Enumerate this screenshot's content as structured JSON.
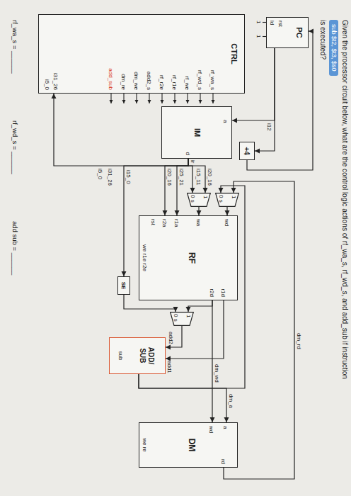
{
  "diagram": {
    "title": "Given the processor circuit below, what are the control logic actions of rf_wa_s, rf_wd_s, and add_sub if instruction",
    "nodes": [
      {
        "text": [
          "sub $t2, $t3, $s0"
        ]
      },
      {
        "text": [
          "PC",
          "rst",
          "ld"
        ]
      },
      {
        "text": [
          "+4"
        ]
      },
      {
        "text": [
          "IM",
          "a",
          "d"
        ]
      },
      {
        "text": [
          "CTRL",
          "i31_26",
          "i5_0",
          "rf_wa_s",
          "rf_wd_s",
          "rf_we",
          "rf_r1e",
          "rf_r2e",
          "add2_s",
          "dm_we",
          "dm_re",
          "add_sub"
        ]
      },
      {
        "text": [
          "1",
          "0 s"
        ]
      },
      {
        "text": [
          "1",
          "0 s"
        ]
      },
      {
        "text": [
          "RF",
          "wd",
          "wa",
          "r1a",
          "r2a",
          "rst",
          "r1d",
          "r2d",
          "we r1e r2e"
        ]
      },
      {
        "text": [
          "SE"
        ]
      },
      {
        "text": [
          "1",
          "0 s"
        ]
      },
      {
        "text": [
          "ADD/ SUB",
          "sub"
        ]
      },
      {
        "text": [
          "DM",
          "a",
          "wd",
          "rd",
          "we re"
        ]
      }
    ],
    "edges": [
      {
        "from": 1,
        "to": 2,
        "arrow": "to"
      },
      {
        "from": 1,
        "to": 3,
        "arrow": "to"
      },
      {
        "from": 2,
        "to": 1,
        "arrow": "to"
      },
      {
        "from": 3,
        "to": 4,
        "arrow": "to"
      },
      {
        "from": 3,
        "to": 6,
        "arrow": "to"
      },
      {
        "from": 3,
        "to": 6,
        "arrow": "to"
      },
      {
        "from": 3,
        "to": 7,
        "arrow": "to"
      },
      {
        "from": 3,
        "to": 7,
        "arrow": "to"
      },
      {
        "from": 3,
        "to": 8,
        "arrow": "to"
      },
      {
        "from": 5,
        "to": 7,
        "arrow": "to"
      },
      {
        "from": 6,
        "to": 7,
        "arrow": "to"
      },
      {
        "from": 7,
        "to": 11,
        "arrow": "to"
      },
      {
        "from": 7,
        "to": 9,
        "arrow": "to"
      },
      {
        "from": 7,
        "to": 10,
        "arrow": "to"
      },
      {
        "from": 8,
        "to": 9,
        "arrow": "to"
      },
      {
        "from": 9,
        "to": 10,
        "arrow": "to"
      },
      {
        "from": 10,
        "to": 11,
        "label": "dm_a",
        "arrow": "to"
      },
      {
        "from": 10,
        "to": 5,
        "arrow": "to"
      },
      {
        "from": 11,
        "to": 5,
        "arrow": "to"
      }
    ],
    "labels": [
      "is executed?",
      "1",
      "1",
      "i12",
      "ir",
      "i20_16",
      "i15_11",
      "i25_21",
      "i20_16",
      "i15_0",
      "i31_26",
      "i5_0",
      "dm_rd",
      "dm_wd",
      "add1",
      "add2",
      "rf_wa_s = ______",
      "rf_wd_s = ______",
      "add sub = ______"
    ]
  }
}
